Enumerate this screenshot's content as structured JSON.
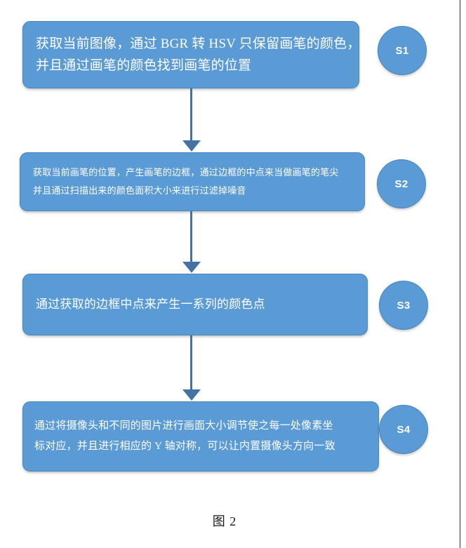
{
  "figure": {
    "caption": "图 2",
    "accent_color": "#5B9BD5",
    "box_border_color": "#4A87BD",
    "arrow_color": "#4472A4",
    "text_color": "#FFFFFF",
    "page_background": "#FFFFFF",
    "page_edge_color": "#2B2B2B"
  },
  "steps": [
    {
      "id": "S1",
      "stage_label": "S1",
      "lines": [
        "获取当前图像，通过 BGR 转 HSV 只保留画笔的颜色，",
        "并且通过画笔的颜色找到画笔的位置"
      ]
    },
    {
      "id": "S2",
      "stage_label": "S2",
      "lines": [
        "获取当前画笔的位置，产生画笔的边框，通过边框的中点来当做画笔的笔尖",
        "并且通过扫描出来的颜色面积大小来进行过滤掉噪音"
      ]
    },
    {
      "id": "S3",
      "stage_label": "S3",
      "lines": [
        "通过获取的边框中点来产生一系列的颜色点"
      ]
    },
    {
      "id": "S4",
      "stage_label": "S4",
      "lines": [
        "通过将摄像头和不同的图片进行画面大小调节使之每一处像素坐",
        "标对应，并且进行相应的 Y 轴对称，可以让内置摄像头方向一致"
      ]
    }
  ]
}
